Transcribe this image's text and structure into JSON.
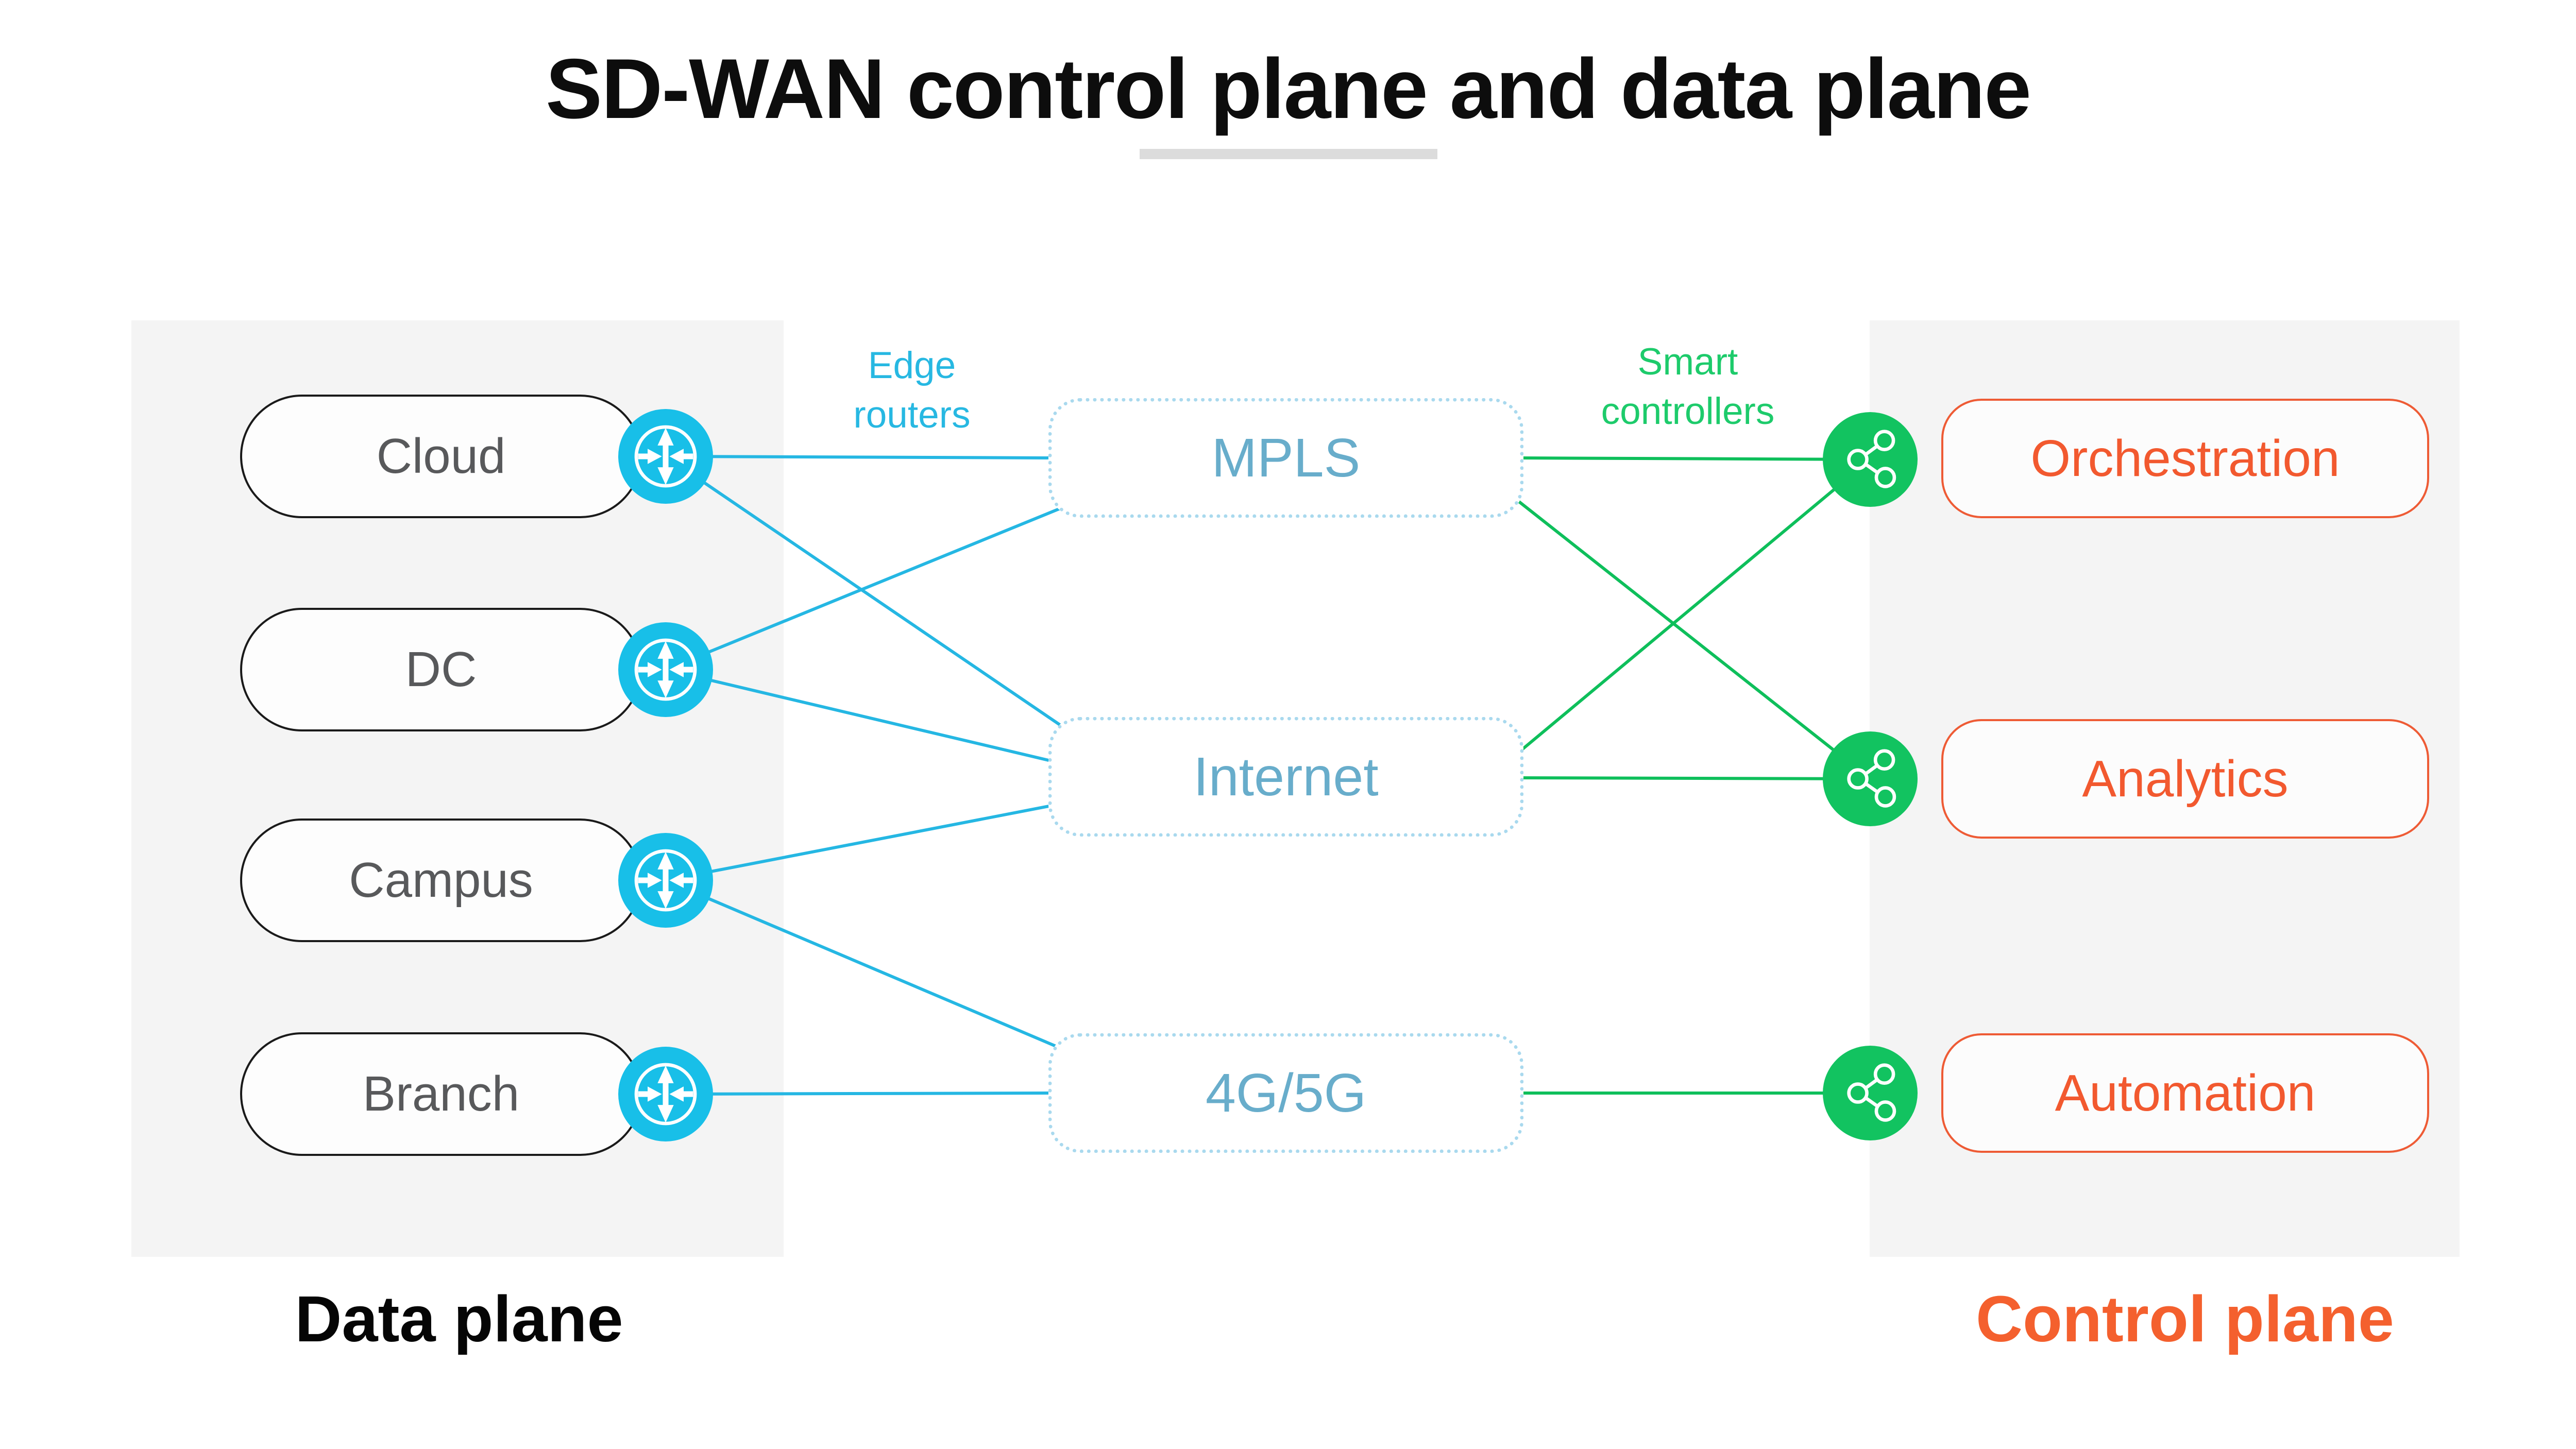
{
  "title": "SD-WAN control plane and data plane",
  "annotations": {
    "edge_routers": {
      "line1": "Edge",
      "line2": "routers"
    },
    "smart_controllers": {
      "line1": "Smart",
      "line2": "controllers"
    }
  },
  "data_plane": {
    "caption": "Data plane",
    "sites": [
      {
        "id": "cloud",
        "label": "Cloud"
      },
      {
        "id": "dc",
        "label": "DC"
      },
      {
        "id": "campus",
        "label": "Campus"
      },
      {
        "id": "branch",
        "label": "Branch"
      }
    ]
  },
  "transports": [
    {
      "id": "mpls",
      "label": "MPLS"
    },
    {
      "id": "internet",
      "label": "Internet"
    },
    {
      "id": "4g5g",
      "label": "4G/5G"
    }
  ],
  "control_plane": {
    "caption": "Control plane",
    "services": [
      {
        "id": "orchestration",
        "label": "Orchestration"
      },
      {
        "id": "analytics",
        "label": "Analytics"
      },
      {
        "id": "automation",
        "label": "Automation"
      }
    ]
  },
  "edges": {
    "data_links": [
      [
        "cloud",
        "mpls"
      ],
      [
        "cloud",
        "internet"
      ],
      [
        "dc",
        "mpls"
      ],
      [
        "dc",
        "internet"
      ],
      [
        "campus",
        "internet"
      ],
      [
        "campus",
        "4g5g"
      ],
      [
        "branch",
        "4g5g"
      ]
    ],
    "control_links": [
      [
        "mpls",
        "orchestration"
      ],
      [
        "mpls",
        "analytics"
      ],
      [
        "internet",
        "orchestration"
      ],
      [
        "internet",
        "analytics"
      ],
      [
        "4g5g",
        "automation"
      ]
    ]
  },
  "colors": {
    "cyan_line": "#25b7e3",
    "cyan_icon": "#18bfe8",
    "cyan_text": "#27b8e2",
    "transport_border": "#a9d9ee",
    "transport_text": "#68adcb",
    "green_line": "#0ebf5b",
    "green_icon": "#12c360",
    "green_text": "#1dcb6b",
    "orange": "#f0562e",
    "panel_gray": "#f4f4f4",
    "site_text": "#58595b",
    "title_underline": "#dcdcdc"
  }
}
